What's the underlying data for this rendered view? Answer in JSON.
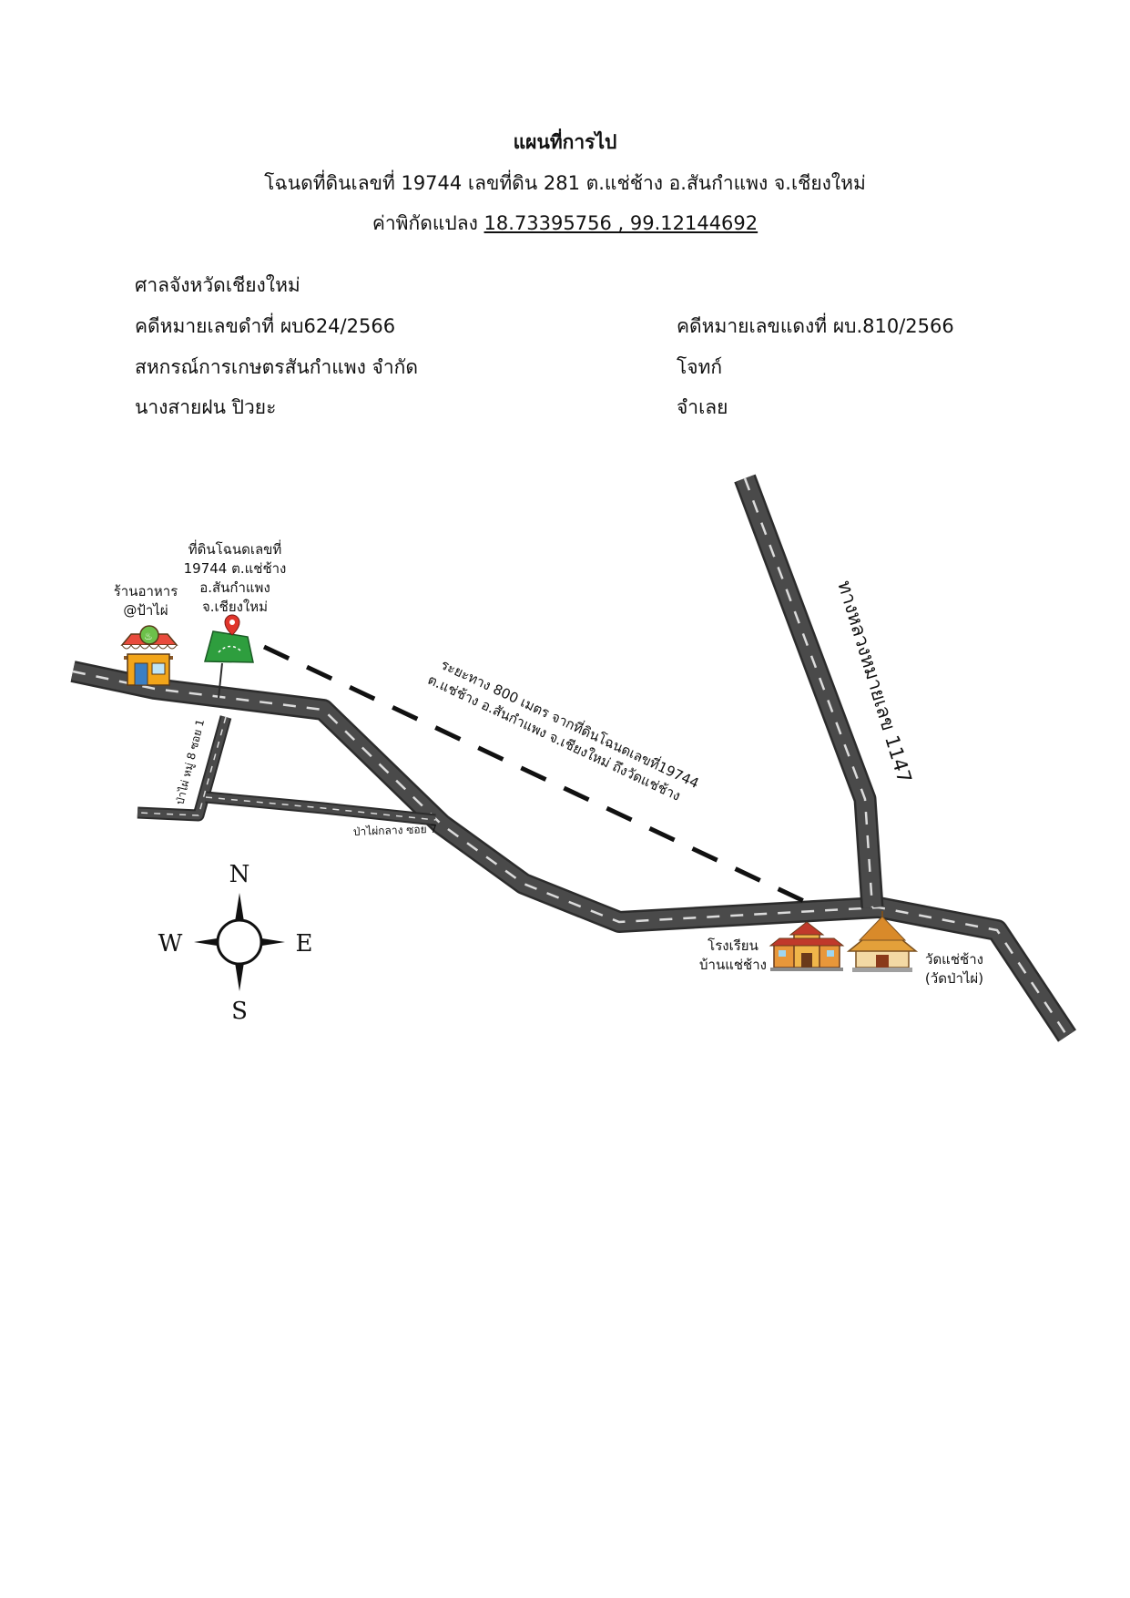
{
  "header": {
    "title": "แผนที่การไป",
    "line2": "โฉนดที่ดินเลขที่  19744  เลขที่ดิน 281  ต.แช่ช้าง  อ.สันกำแพง  จ.เชียงใหม่",
    "coord_prefix": "ค่าพิกัดแปลง ",
    "coords": "18.73395756   ,   99.12144692"
  },
  "case": {
    "court": "ศาลจังหวัดเชียงใหม่",
    "black_case": "คดีหมายเลขดำที่ ผบ624/2566",
    "red_case": "คดีหมายเลขแดงที่ ผบ.810/2566",
    "plaintiff_name": "สหกรณ์การเกษตรสันกำแพง จำกัด",
    "plaintiff_role": "โจทก์",
    "defendant_name": "นางสายฝน  ปิวยะ",
    "defendant_role": "จำเลย"
  },
  "map": {
    "restaurant": {
      "line1": "ร้านอาหาร",
      "line2": "@ป้าไผ่",
      "icon": "restaurant-icon"
    },
    "land": {
      "line1": "ที่ดินโฉนดเลขที่",
      "line2": "19744 ต.แช่ช้าง",
      "line3": "อ.สันกำแพง",
      "line4": "จ.เชียงใหม่",
      "icon": "map-pin-icon"
    },
    "highway_label": "ทางหลวงหมายเลข 1147",
    "distance_line1": "ระยะทาง 800 เมตร จากที่ดินโฉนดเลขที่19744",
    "distance_line2": "ต.แช่ช้าง อ.สันกำแพง จ.เชียงใหม่ ถึงวัดแช่ช้าง",
    "soi1_label": "ป่าไผ่ หมู่ 8 ซอย 1",
    "soi7_label": "ป่าไผ่กลาง ซอย 7",
    "school": {
      "line1": "โรงเรียน",
      "line2": "บ้านแช่ช้าง",
      "icon": "school-icon"
    },
    "temple": {
      "line1": "วัดแช่ช้าง",
      "line2": "(วัดป่าไผ่)",
      "icon": "temple-icon"
    },
    "compass": {
      "n": "N",
      "s": "S",
      "e": "E",
      "w": "W",
      "icon": "compass-icon"
    }
  },
  "colors": {
    "road": "#4a4a4a",
    "road_edge": "#2c2c2c",
    "lane": "#d8d8d8",
    "land": "#2e9e3e",
    "pin": "#e0352b"
  }
}
